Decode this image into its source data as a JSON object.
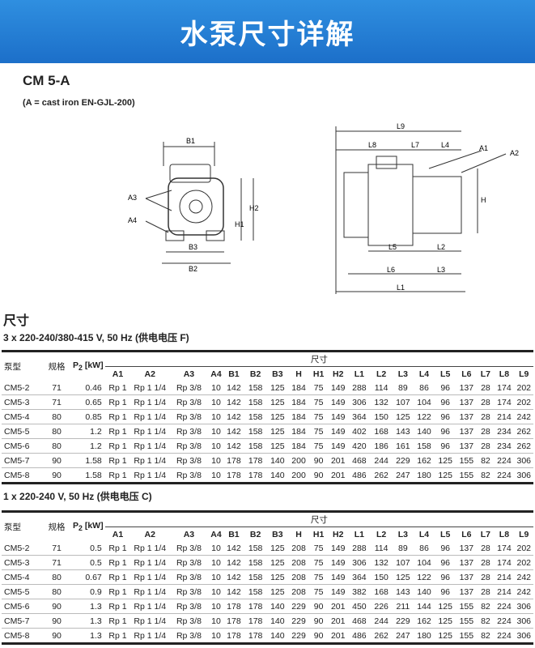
{
  "banner": {
    "title": "水泵尺寸详解"
  },
  "model": {
    "title": "CM 5-A",
    "note": "(A = cast iron EN-GJL-200)"
  },
  "drawing": {
    "front_labels": [
      "B1",
      "A3",
      "A4",
      "H1",
      "H2",
      "B3",
      "B2"
    ],
    "side_labels": [
      "L9",
      "L8",
      "L7",
      "L4",
      "A1",
      "A2",
      "H",
      "L5",
      "L2",
      "L6",
      "L3",
      "L1"
    ]
  },
  "section_title": "尺寸",
  "columns": {
    "pump": "泵型",
    "frame": "规格",
    "p2": "P",
    "p2_sub": "2",
    "p2_unit": " [kW]",
    "group": "尺寸",
    "dims": [
      "A1",
      "A2",
      "A3",
      "A4",
      "B1",
      "B2",
      "B3",
      "H",
      "H1",
      "H2",
      "L1",
      "L2",
      "L3",
      "L4",
      "L5",
      "L6",
      "L7",
      "L8",
      "L9"
    ]
  },
  "tables": [
    {
      "subtitle": "3 x 220-240/380-415 V, 50 Hz (供电电压 F)",
      "rows": [
        [
          "CM5-2",
          "71",
          "0.46",
          "Rp 1",
          "Rp 1 1/4",
          "Rp 3/8",
          "10",
          "142",
          "158",
          "125",
          "184",
          "75",
          "149",
          "288",
          "114",
          "89",
          "86",
          "96",
          "137",
          "28",
          "174",
          "202"
        ],
        [
          "CM5-3",
          "71",
          "0.65",
          "Rp 1",
          "Rp 1 1/4",
          "Rp 3/8",
          "10",
          "142",
          "158",
          "125",
          "184",
          "75",
          "149",
          "306",
          "132",
          "107",
          "104",
          "96",
          "137",
          "28",
          "174",
          "202"
        ],
        [
          "CM5-4",
          "80",
          "0.85",
          "Rp 1",
          "Rp 1 1/4",
          "Rp 3/8",
          "10",
          "142",
          "158",
          "125",
          "184",
          "75",
          "149",
          "364",
          "150",
          "125",
          "122",
          "96",
          "137",
          "28",
          "214",
          "242"
        ],
        [
          "CM5-5",
          "80",
          "1.2",
          "Rp 1",
          "Rp 1 1/4",
          "Rp 3/8",
          "10",
          "142",
          "158",
          "125",
          "184",
          "75",
          "149",
          "402",
          "168",
          "143",
          "140",
          "96",
          "137",
          "28",
          "234",
          "262"
        ],
        [
          "CM5-6",
          "80",
          "1.2",
          "Rp 1",
          "Rp 1 1/4",
          "Rp 3/8",
          "10",
          "142",
          "158",
          "125",
          "184",
          "75",
          "149",
          "420",
          "186",
          "161",
          "158",
          "96",
          "137",
          "28",
          "234",
          "262"
        ],
        [
          "CM5-7",
          "90",
          "1.58",
          "Rp 1",
          "Rp 1 1/4",
          "Rp 3/8",
          "10",
          "178",
          "178",
          "140",
          "200",
          "90",
          "201",
          "468",
          "244",
          "229",
          "162",
          "125",
          "155",
          "82",
          "224",
          "306"
        ],
        [
          "CM5-8",
          "90",
          "1.58",
          "Rp 1",
          "Rp 1 1/4",
          "Rp 3/8",
          "10",
          "178",
          "178",
          "140",
          "200",
          "90",
          "201",
          "486",
          "262",
          "247",
          "180",
          "125",
          "155",
          "82",
          "224",
          "306"
        ]
      ]
    },
    {
      "subtitle": "1 x 220-240 V, 50 Hz (供电电压 C)",
      "rows": [
        [
          "CM5-2",
          "71",
          "0.5",
          "Rp 1",
          "Rp 1 1/4",
          "Rp 3/8",
          "10",
          "142",
          "158",
          "125",
          "208",
          "75",
          "149",
          "288",
          "114",
          "89",
          "86",
          "96",
          "137",
          "28",
          "174",
          "202"
        ],
        [
          "CM5-3",
          "71",
          "0.5",
          "Rp 1",
          "Rp 1 1/4",
          "Rp 3/8",
          "10",
          "142",
          "158",
          "125",
          "208",
          "75",
          "149",
          "306",
          "132",
          "107",
          "104",
          "96",
          "137",
          "28",
          "174",
          "202"
        ],
        [
          "CM5-4",
          "80",
          "0.67",
          "Rp 1",
          "Rp 1 1/4",
          "Rp 3/8",
          "10",
          "142",
          "158",
          "125",
          "208",
          "75",
          "149",
          "364",
          "150",
          "125",
          "122",
          "96",
          "137",
          "28",
          "214",
          "242"
        ],
        [
          "CM5-5",
          "80",
          "0.9",
          "Rp 1",
          "Rp 1 1/4",
          "Rp 3/8",
          "10",
          "142",
          "158",
          "125",
          "208",
          "75",
          "149",
          "382",
          "168",
          "143",
          "140",
          "96",
          "137",
          "28",
          "214",
          "242"
        ],
        [
          "CM5-6",
          "90",
          "1.3",
          "Rp 1",
          "Rp 1 1/4",
          "Rp 3/8",
          "10",
          "178",
          "178",
          "140",
          "229",
          "90",
          "201",
          "450",
          "226",
          "211",
          "144",
          "125",
          "155",
          "82",
          "224",
          "306"
        ],
        [
          "CM5-7",
          "90",
          "1.3",
          "Rp 1",
          "Rp 1 1/4",
          "Rp 3/8",
          "10",
          "178",
          "178",
          "140",
          "229",
          "90",
          "201",
          "468",
          "244",
          "229",
          "162",
          "125",
          "155",
          "82",
          "224",
          "306"
        ],
        [
          "CM5-8",
          "90",
          "1.3",
          "Rp 1",
          "Rp 1 1/4",
          "Rp 3/8",
          "10",
          "178",
          "178",
          "140",
          "229",
          "90",
          "201",
          "486",
          "262",
          "247",
          "180",
          "125",
          "155",
          "82",
          "224",
          "306"
        ]
      ]
    }
  ]
}
